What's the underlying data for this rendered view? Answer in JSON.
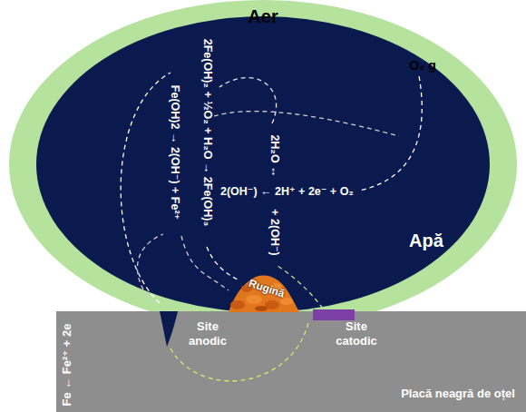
{
  "diagram": {
    "nodes": [
      {
        "text": [
          "Aer"
        ]
      },
      {
        "text": [
          "Apă"
        ],
        "in": 0
      },
      {
        "text": [
          "Placă neagră de oțel"
        ]
      }
    ],
    "labels": [
      "O₂ g",
      "2Fe(OH)₂ + ½O₂ + H₂O → 2Fe(OH)₃",
      "Fe(OH)2 → 2(OH⁻) + Fe²⁺",
      "2H₂O ↔",
      "2(OH⁻) ← 2H⁺ + 2e⁻ + O₂",
      "+ 2(OH⁻)",
      "Rugină",
      "Site anodic",
      "Site catodic",
      "Fe ← Fe²⁺ + 2e"
    ]
  }
}
